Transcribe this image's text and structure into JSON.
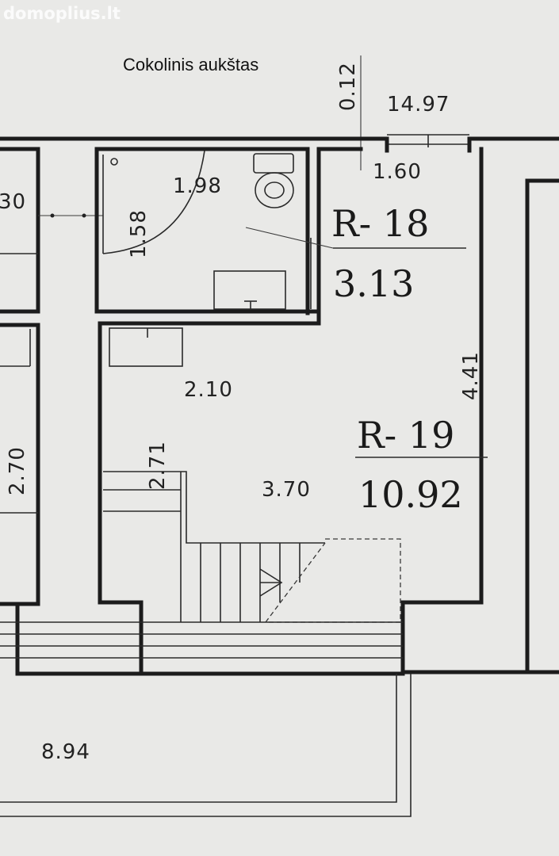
{
  "watermark": "domoplius.lt",
  "floor_title": "Cokolinis aukštas",
  "dimensions": {
    "d_012": "0.12",
    "d_1497": "14.97",
    "d_160": "1.60",
    "d_198": "1.98",
    "d_158": "1.58",
    "d_30": "30",
    "d_210": "2.10",
    "d_271": "2.71",
    "d_370": "3.70",
    "d_441": "4.41",
    "d_270": "2.70",
    "d_894": "8.94"
  },
  "rooms": {
    "r18": {
      "label": "R- 18",
      "area": "3.13"
    },
    "r19": {
      "label": "R- 19",
      "area": "10.92"
    }
  }
}
